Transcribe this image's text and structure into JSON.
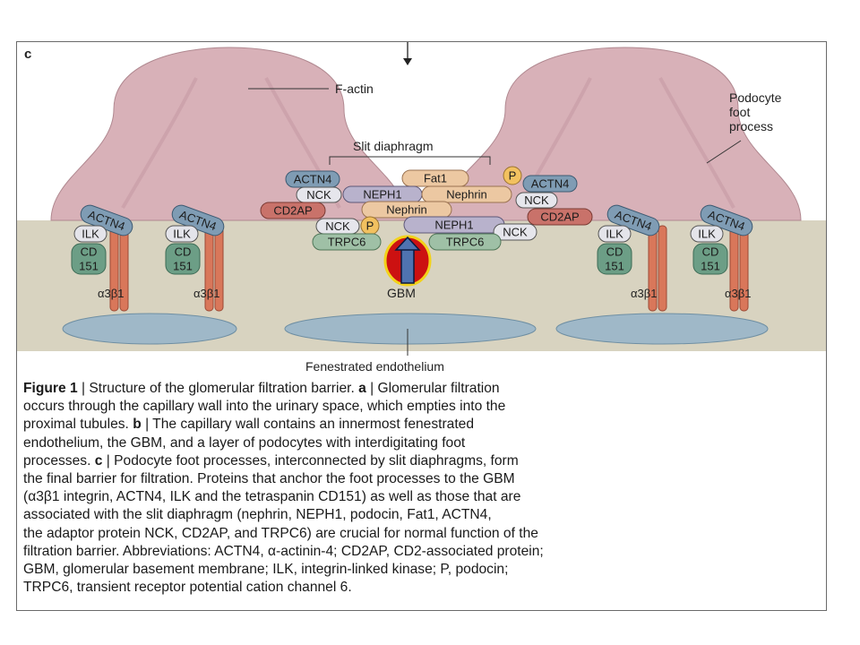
{
  "panel_label": "c",
  "labels": {
    "f_actin": "F-actin",
    "podocyte": [
      "Podocyte",
      "foot",
      "process"
    ],
    "slit_diaphragm": "Slit diaphragm",
    "gbm": "GBM",
    "fenestrated": "Fenestrated endothelium",
    "integrin": "α3β1"
  },
  "proteins": {
    "actn4": "ACTN4",
    "nck": "NCK",
    "neph1": "NEPH1",
    "fat1": "Fat1",
    "p": "P",
    "nephrin": "Nephrin",
    "cd2ap": "CD2AP",
    "trpc6": "TRPC6",
    "ilk": "ILK",
    "cd": "CD",
    "n151": "151"
  },
  "caption": {
    "lines": [
      [
        {
          "t": "Figure 1",
          "b": true
        },
        {
          "t": " | Structure of the glomerular filtration barrier. "
        },
        {
          "t": "a",
          "b": true
        },
        {
          "t": " | Glomerular filtration"
        }
      ],
      [
        {
          "t": "occurs through the capillary wall into the urinary space, which empties into the"
        }
      ],
      [
        {
          "t": "proximal tubules. "
        },
        {
          "t": "b",
          "b": true
        },
        {
          "t": " | The capillary wall contains an innermost fenestrated"
        }
      ],
      [
        {
          "t": "endothelium, the GBM, and a layer of podocytes with interdigitating foot"
        }
      ],
      [
        {
          "t": "processes. "
        },
        {
          "t": "c",
          "b": true
        },
        {
          "t": " | Podocyte foot processes, interconnected by slit diaphragms, form"
        }
      ],
      [
        {
          "t": "the final barrier for filtration. Proteins that anchor the foot processes to the GBM"
        }
      ],
      [
        {
          "t": "(α3β1 integrin, ACTN4, ILK and the tetraspanin CD151) as well as those that are"
        }
      ],
      [
        {
          "t": "associated with the slit diaphragm (nephrin, NEPH1, podocin, Fat1, ACTN4,"
        }
      ],
      [
        {
          "t": "the adaptor protein NCK, CD2AP, and TRPC6) are crucial for normal function of the"
        }
      ],
      [
        {
          "t": "filtration barrier. Abbreviations: ACTN4, α-actinin-4; CD2AP, CD2-associated protein;"
        }
      ],
      [
        {
          "t": "GBM, glomerular basement membrane; ILK, integrin-linked kinase; P, podocin;"
        }
      ],
      [
        {
          "t": "TRPC6, transient receptor potential cation channel 6."
        }
      ]
    ]
  }
}
